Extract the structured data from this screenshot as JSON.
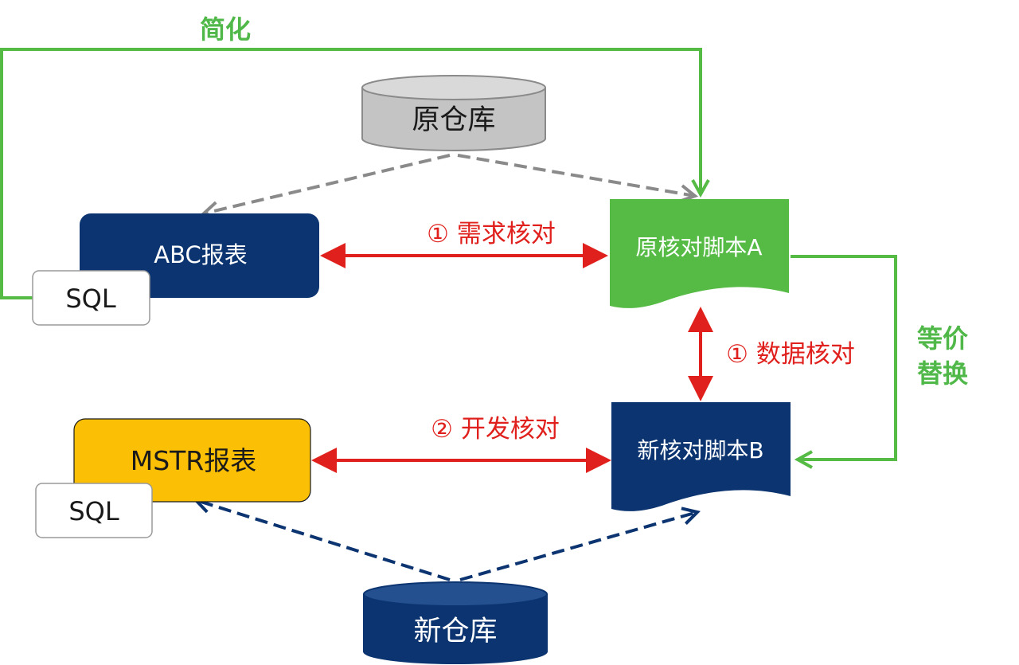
{
  "labels": {
    "simplify": "简化",
    "equiv_line1": "等价",
    "equiv_line2": "替换",
    "req_check": "① 需求核对",
    "data_check": "① 数据核对",
    "dev_check": "② 开发核对"
  },
  "nodes": {
    "old_warehouse": "原仓库",
    "new_warehouse": "新仓库",
    "abc_report": "ABC报表",
    "mstr_report": "MSTR报表",
    "sql_top": "SQL",
    "sql_bottom": "SQL",
    "script_a": "原核对脚本A",
    "script_b": "新核对脚本B"
  },
  "colors": {
    "navy": "#0b3470",
    "green": "#55bb45",
    "gold": "#fbbf05",
    "gray": "#c4c4c4",
    "red": "#e0201c",
    "dash_gray": "#8a8a8a"
  }
}
